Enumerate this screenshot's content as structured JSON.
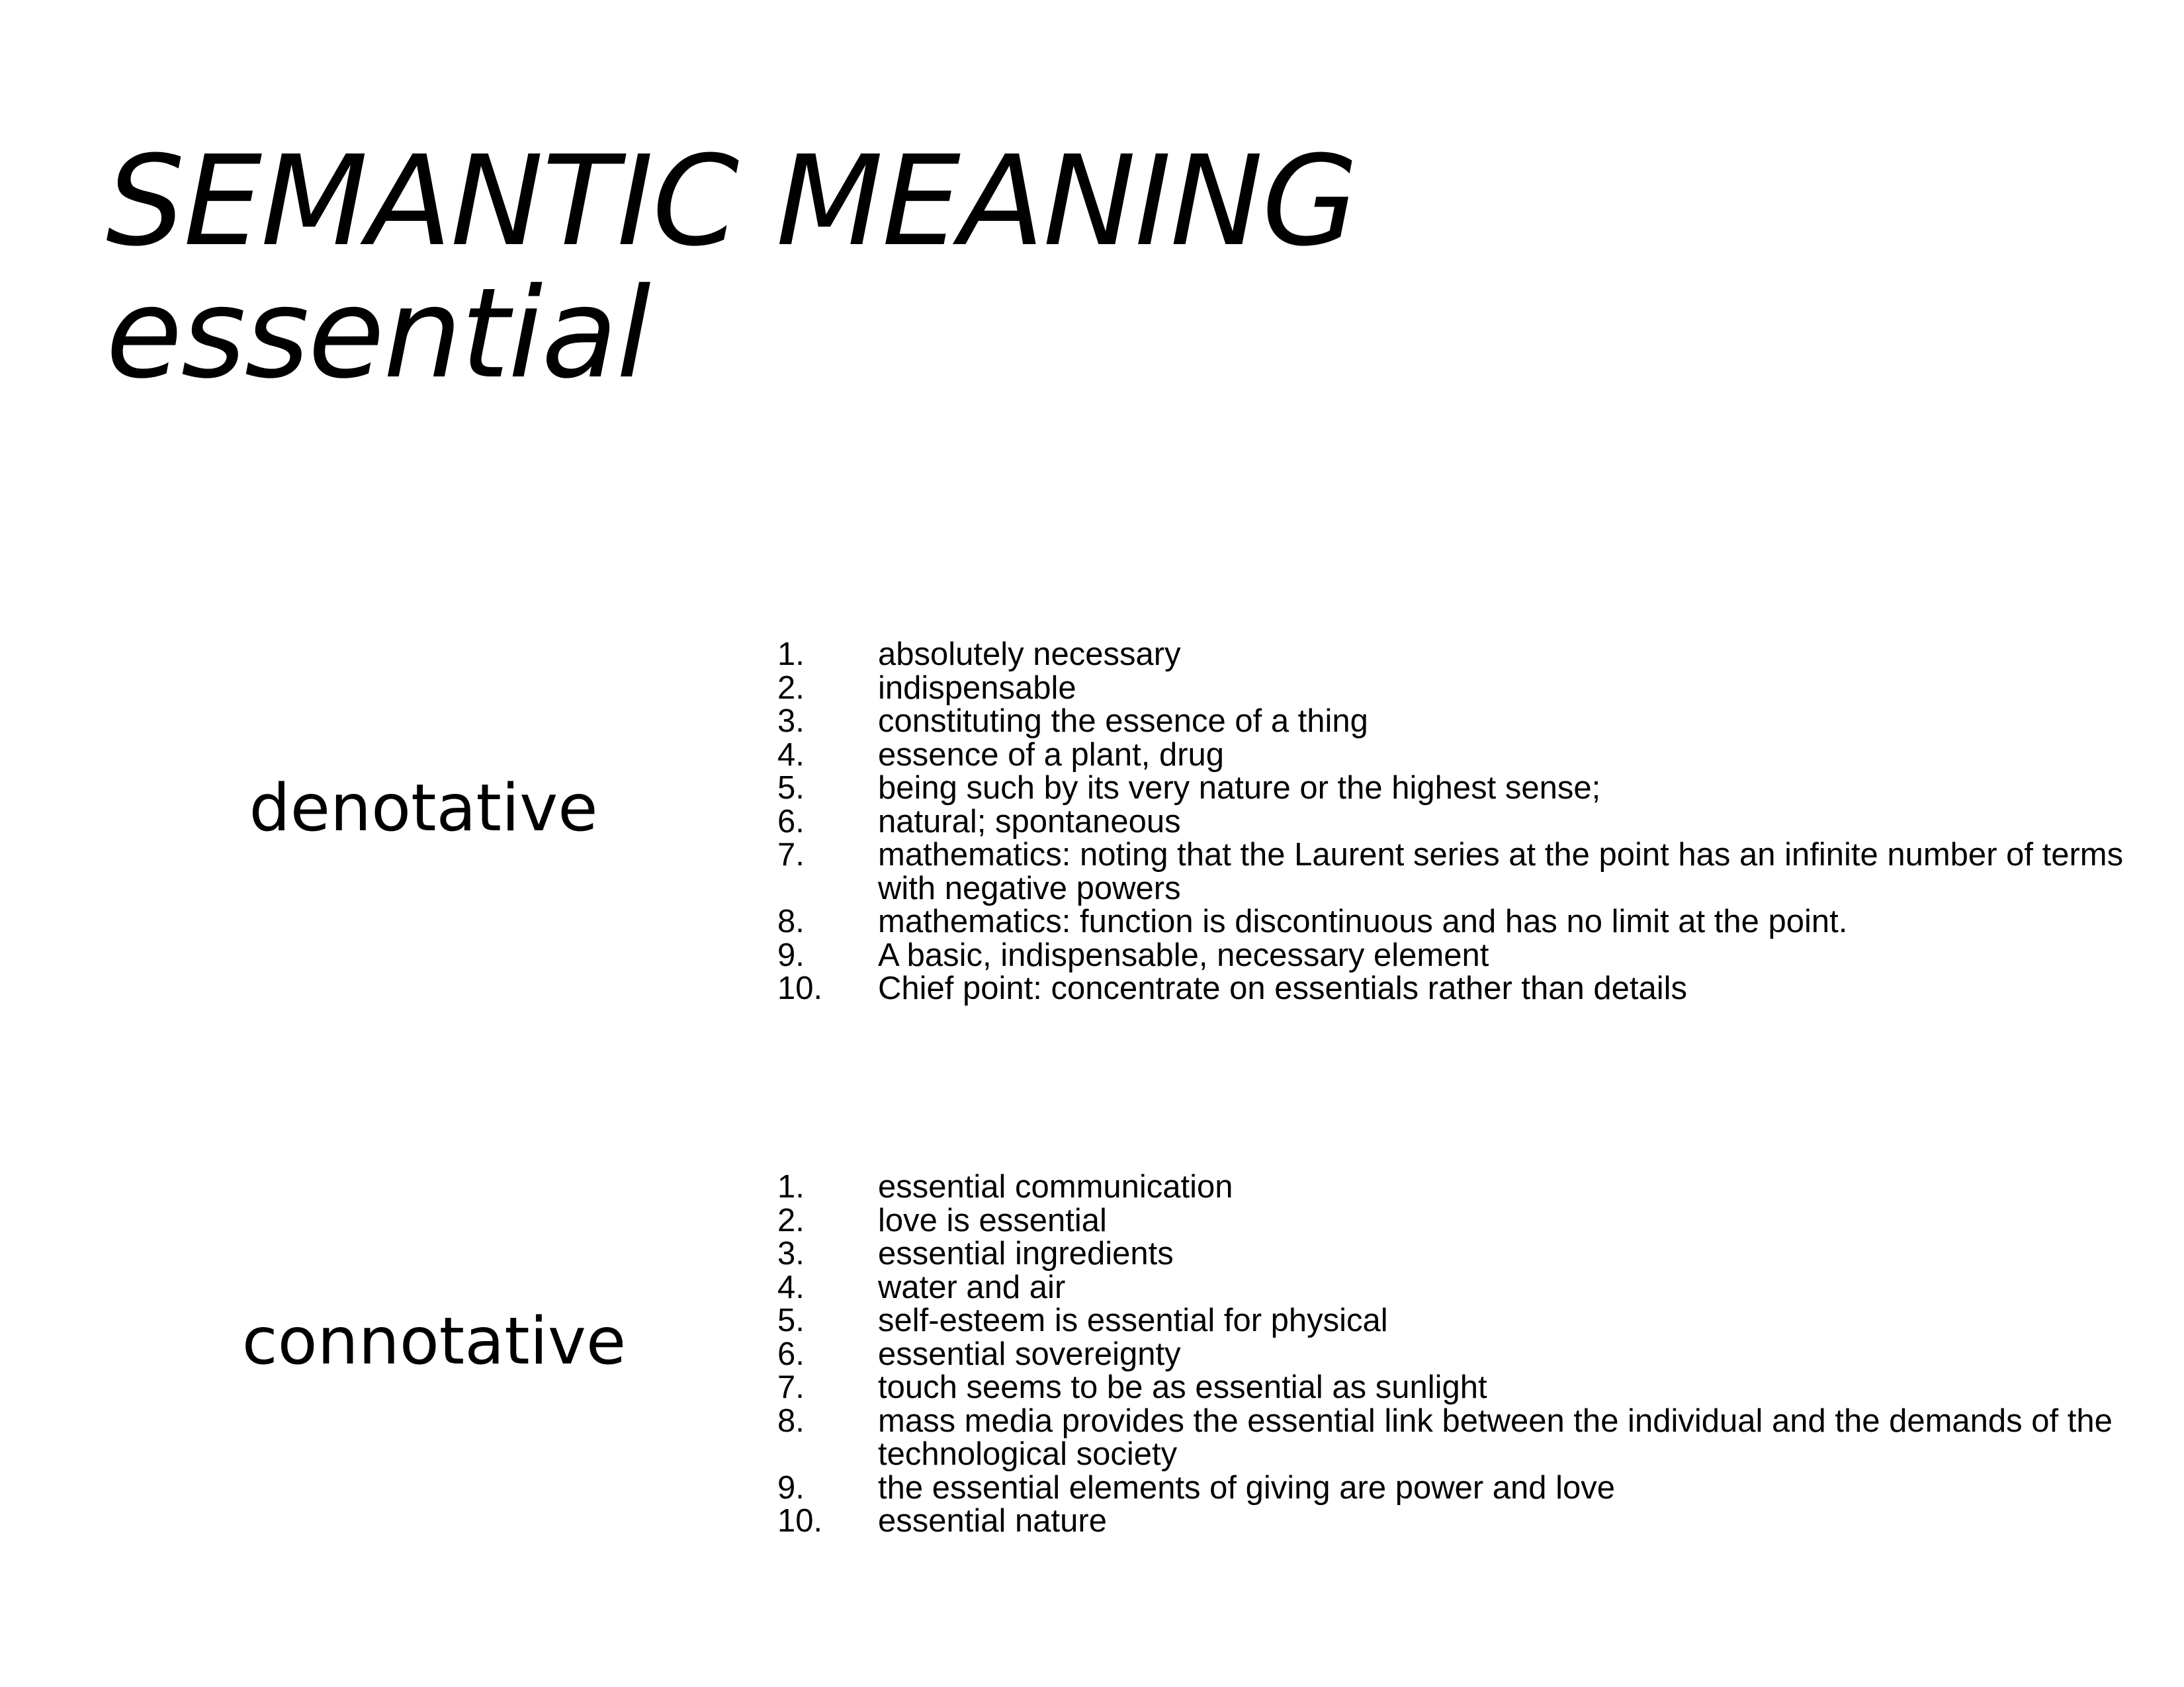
{
  "title": {
    "line1": "SEMANTIC MEANING",
    "line2": "essential"
  },
  "sections": [
    {
      "label": "denotative",
      "items": [
        {
          "num": "1.",
          "text": "absolutely necessary"
        },
        {
          "num": "2.",
          "text": "indispensable"
        },
        {
          "num": "3.",
          "text": "constituting the essence of a thing"
        },
        {
          "num": "4.",
          "text": "essence of a plant, drug"
        },
        {
          "num": "5.",
          "text": "being such by its very nature or the highest sense;"
        },
        {
          "num": "6.",
          "text": "natural; spontaneous"
        },
        {
          "num": "7.",
          "text": "mathematics: noting that the Laurent series at the point has an infinite number of terms with negative powers"
        },
        {
          "num": "8.",
          "text": "mathematics: function is discontinuous and has no limit at the point."
        },
        {
          "num": "9.",
          "text": "A basic, indispensable, necessary element"
        },
        {
          "num": "10.",
          "text": "Chief point: concentrate on essentials rather than details"
        }
      ]
    },
    {
      "label": "connotative",
      "items": [
        {
          "num": "1.",
          "text": "essential communication"
        },
        {
          "num": "2.",
          "text": "love is essential"
        },
        {
          "num": "3.",
          "text": "essential ingredients"
        },
        {
          "num": "4.",
          "text": "water and air"
        },
        {
          "num": "5.",
          "text": "self-esteem is essential for physical"
        },
        {
          "num": "6.",
          "text": "essential sovereignty"
        },
        {
          "num": "7.",
          "text": "touch seems to be as essential as sunlight"
        },
        {
          "num": "8.",
          "text": "mass media provides the essential link between the individual and the demands of the technological society"
        },
        {
          "num": "9.",
          "text": "the essential elements of giving are power and love"
        },
        {
          "num": "10.",
          "text": "essential nature"
        }
      ]
    }
  ]
}
